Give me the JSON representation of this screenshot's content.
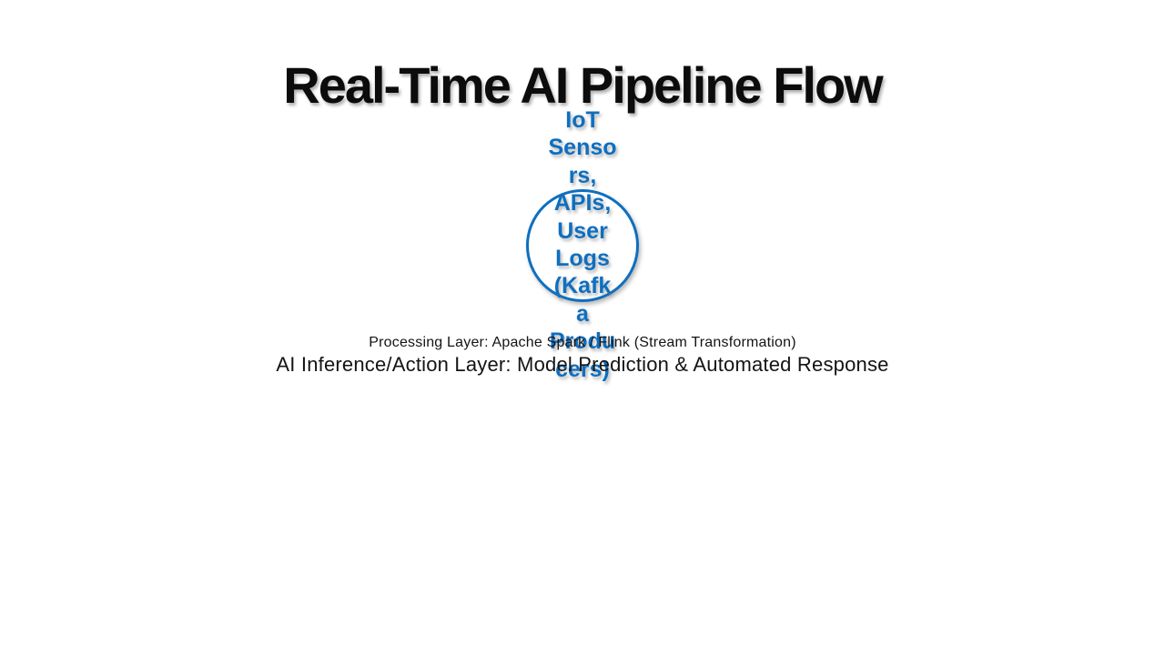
{
  "slide": {
    "title": "Real-Time AI Pipeline Flow"
  },
  "pipeline": {
    "source_node": {
      "shape": "circle",
      "full_label": "IoT Sensors, APIs, User Logs (Kafka Producers)",
      "wrapped_lines": [
        "IoT",
        "Senso",
        "rs,",
        "APIs,",
        "User",
        "Logs",
        "(Kafk",
        "a",
        "Produ",
        "cers)"
      ]
    },
    "layer_lines": [
      {
        "text": "Processing Layer: Apache Spark / Flink (Stream Transformation)"
      },
      {
        "text": "AI Inference/Action Layer: Model Prediction & Automated Response"
      }
    ]
  },
  "colors": {
    "accent_blue": "#0e6fc0",
    "ink": "#141414",
    "background": "#ffffff"
  }
}
